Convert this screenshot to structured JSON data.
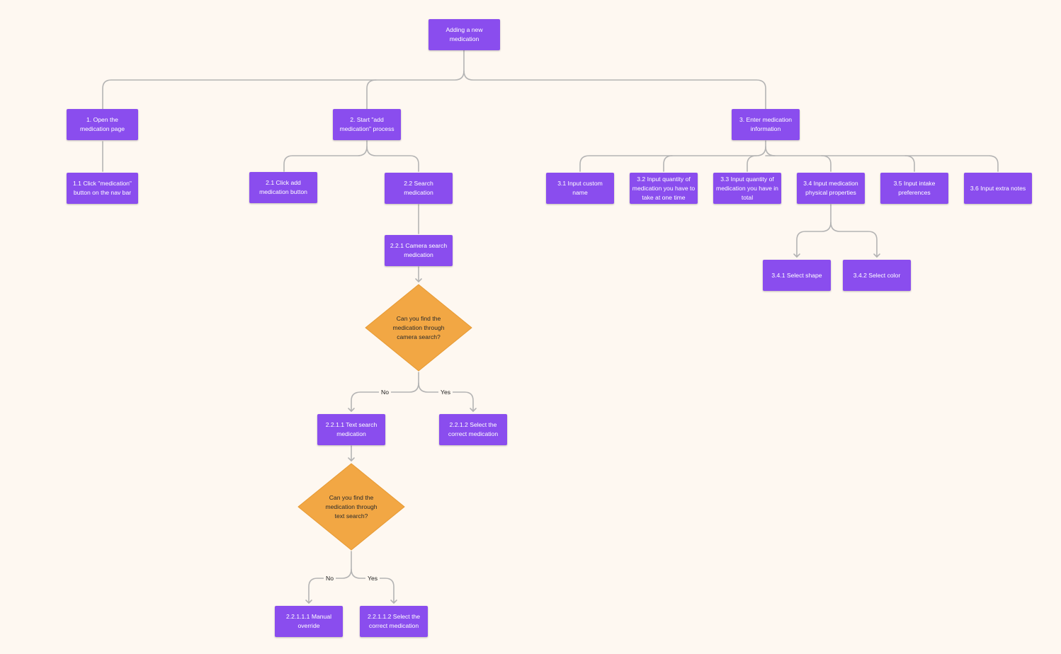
{
  "diagram": {
    "root": "Adding a new medication",
    "steps": {
      "s1": "1.  Open the medication page",
      "s1_1": "1.1 Click \"medication\" button on the nav bar",
      "s2": "2. Start \"add medication\" process",
      "s2_1": "2.1 Click add medication button",
      "s2_2": "2.2 Search medication",
      "s2_2_1": "2.2.1 Camera search medication",
      "q1": "Can you find the medication through camera search?",
      "s2_2_1_1": "2.2.1.1 Text search medication",
      "s2_2_1_2": "2.2.1.2 Select the correct medication",
      "q2": "Can you find the medication through text search?",
      "s2_2_1_1_1": "2.2.1.1.1 Manual override",
      "s2_2_1_1_2": "2.2.1.1.2 Select the correct medication",
      "s3": "3. Enter medication information",
      "s3_1": "3.1 Input custom name",
      "s3_2": "3.2 Input quantity of medication you have to take at one time",
      "s3_3": "3.3 Input quantity of medication you have in total",
      "s3_4": "3.4 Input medication physical properties",
      "s3_5": "3.5 Input intake preferences",
      "s3_6": "3.6 Input extra notes",
      "s3_4_1": "3.4.1 Select shape",
      "s3_4_2": "3.4.2 Select color"
    },
    "labels": {
      "no": "No",
      "yes": "Yes"
    },
    "colors": {
      "background": "#fef8f1",
      "process_node": "#8a4dee",
      "decision_node": "#f2a744",
      "connector": "#b4b4b4"
    }
  }
}
